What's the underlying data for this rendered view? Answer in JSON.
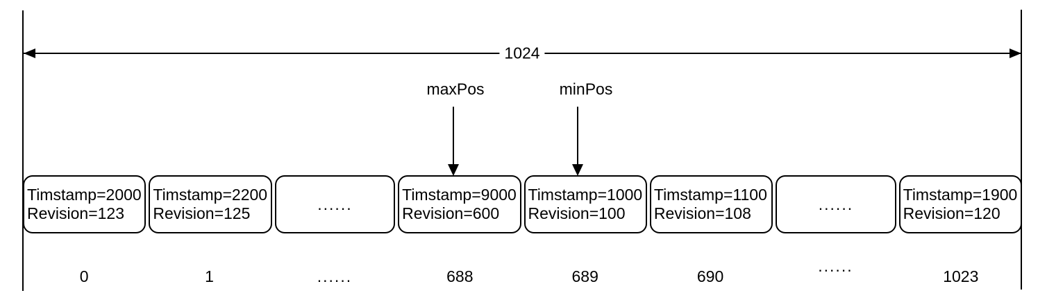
{
  "diagram": {
    "size_arrow": {
      "label": "1024"
    },
    "pointers": {
      "max": {
        "label": "maxPos",
        "target_index": "688"
      },
      "min": {
        "label": "minPos",
        "target_index": "689"
      }
    },
    "colors": {
      "line": "#000000",
      "background": "#ffffff"
    },
    "slots": [
      {
        "timestamp": "Timstamp=2000",
        "revision": "Revision=123",
        "index": "0"
      },
      {
        "timestamp": "Timstamp=2200",
        "revision": "Revision=125",
        "index": "1"
      },
      {
        "ellipsis": "......",
        "index": "......"
      },
      {
        "timestamp": "Timstamp=9000",
        "revision": "Revision=600",
        "index": "688"
      },
      {
        "timestamp": "Timstamp=1000",
        "revision": "Revision=100",
        "index": "689"
      },
      {
        "timestamp": "Timstamp=1100",
        "revision": "Revision=108",
        "index": "690"
      },
      {
        "ellipsis": "......",
        "index": "......"
      },
      {
        "timestamp": "Timstamp=1900",
        "revision": "Revision=120",
        "index": "1023"
      }
    ]
  }
}
